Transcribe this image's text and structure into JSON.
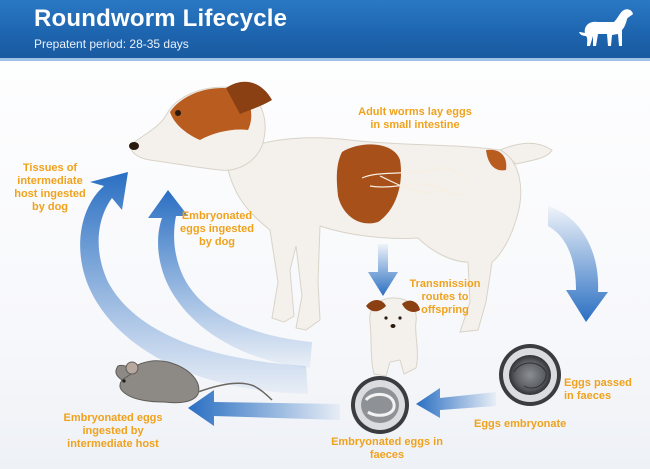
{
  "header": {
    "title": "Roundworm Lifecycle",
    "subtitle": "Prepatent period: 28-35 days",
    "logo_icon": "dog-silhouette-icon"
  },
  "colors": {
    "banner": "#1d64ae",
    "label_orange": "#f0a21c",
    "arrow_blue": "#2a6fc2"
  },
  "stages": {
    "adult_worms": "Adult worms lay eggs\nin small intestine",
    "transmission": "Transmission\nroutes to\noffspring",
    "eggs_passed": "Eggs passed\nin faeces",
    "eggs_embryonate": "Eggs embryonate",
    "embryonated_in_faeces": "Embryonated eggs in\nfaeces",
    "ingested_by_intermediate": "Embryonated eggs\ningested by\nintermediate host",
    "ingested_by_dog": "Embryonated\neggs ingested\nby dog",
    "tissues_ingested": "Tissues of\nintermediate\nhost ingested\nby dog"
  },
  "illustrations": {
    "adult_dog": "jack-russell-terrier",
    "puppy": "puppy",
    "mouse": "mouse",
    "egg_fresh": "roundworm-egg",
    "egg_embryonated": "embryonated-egg"
  }
}
